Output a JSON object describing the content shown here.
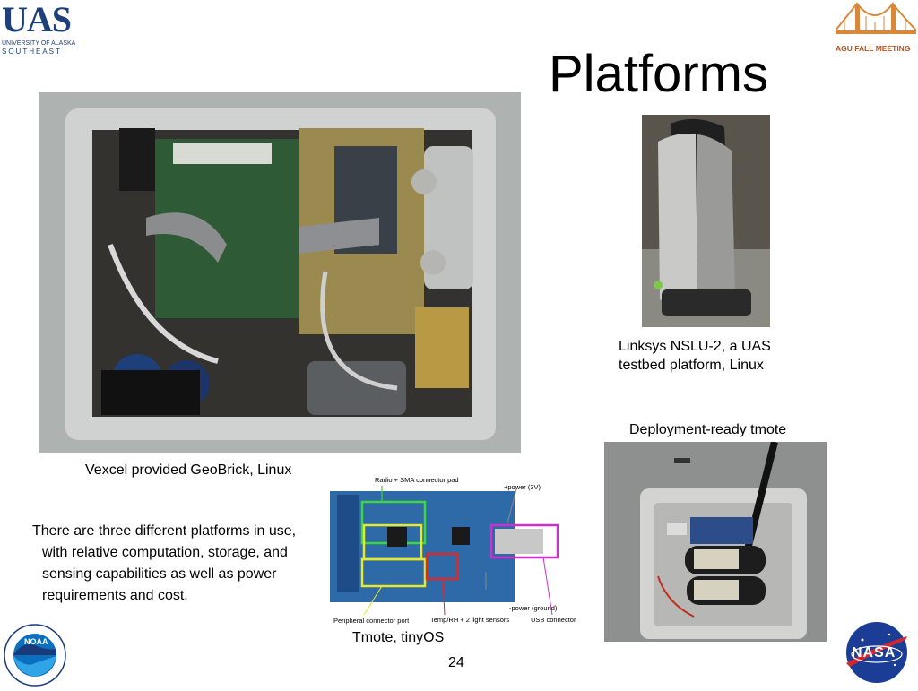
{
  "slide": {
    "title": "Platforms",
    "page_number": "24",
    "body_text": "There are three different platforms in use, with relative computation, storage, and sensing capabilities as well as power requirements and cost."
  },
  "logos": {
    "uas": {
      "mark": "UAS",
      "line1": "UNIVERSITY OF ALASKA",
      "line2": "SOUTHEAST"
    },
    "agu": {
      "text": "AGU FALL MEETING"
    },
    "noaa": {
      "text": "NOAA"
    },
    "nasa": {
      "text": "NASA"
    }
  },
  "photos": {
    "geobrick": {
      "caption": "Vexcel provided GeoBrick, Linux"
    },
    "nslu": {
      "caption_line1": "Linksys NSLU-2, a UAS",
      "caption_line2": "testbed platform, Linux"
    },
    "tmote_ready": {
      "caption": "Deployment-ready tmote"
    },
    "tmote": {
      "caption": "Tmote, tinyOS",
      "labels": {
        "radio": "Radio + SMA connector pad",
        "power_plus": "+power (3V)",
        "power_minus": "-power (ground)",
        "peripheral": "Peripheral connector port",
        "sensors": "Temp/RH + 2 light sensors",
        "usb": "USB connector"
      }
    }
  }
}
